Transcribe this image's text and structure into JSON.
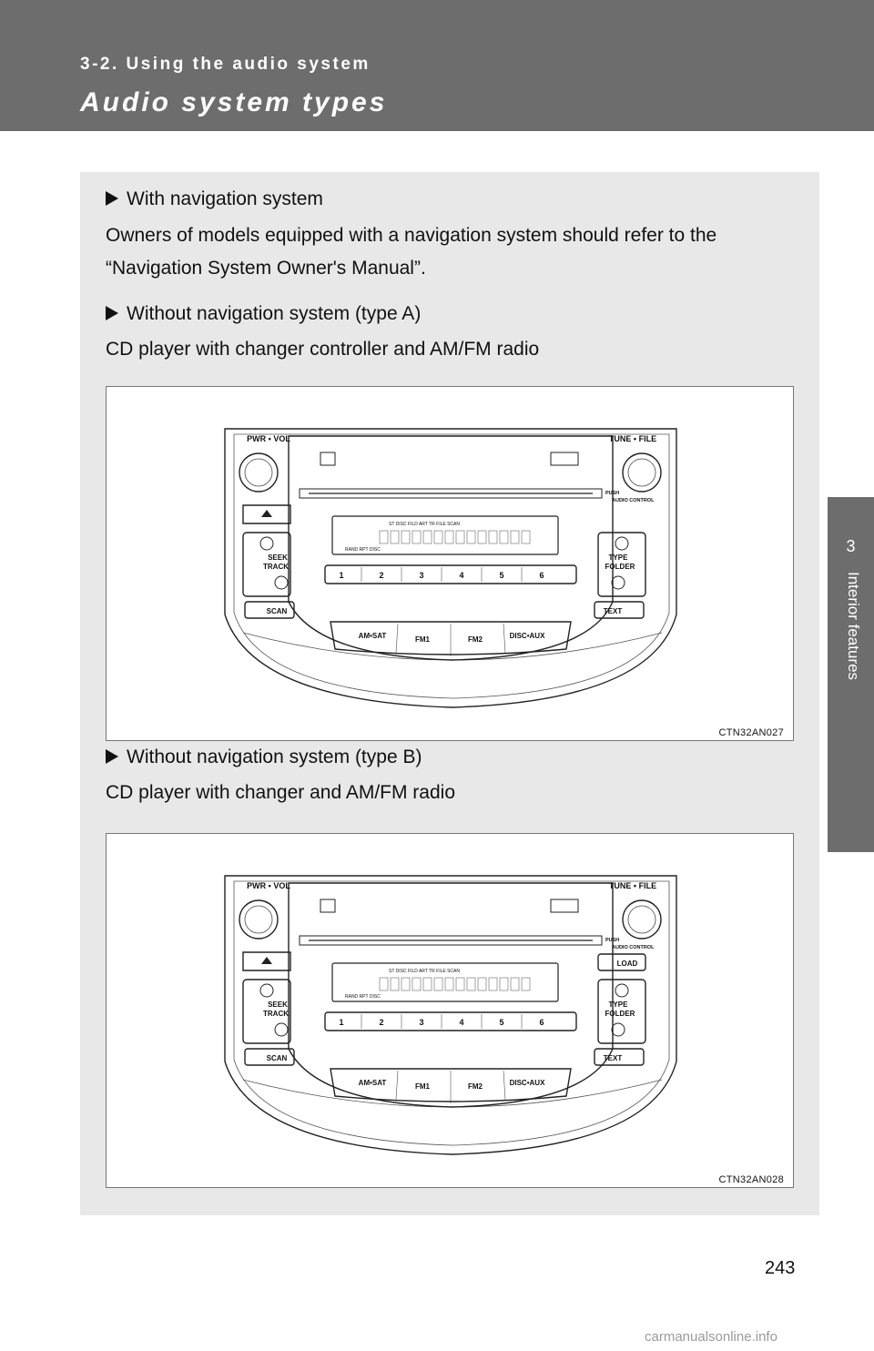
{
  "header": {
    "section": "3-2. Using the audio system",
    "title": "Audio system types"
  },
  "side_tab": {
    "number": "3",
    "label": "Interior features"
  },
  "blocks": {
    "nav": {
      "heading": "With navigation system",
      "text": "Owners of models equipped with a navigation system should refer to the “Navigation System Owner's Manual”."
    },
    "type_a": {
      "heading": "Without navigation system (type A)",
      "text": "CD player with changer controller and AM/FM radio",
      "figure_code": "CTN32AN027"
    },
    "type_b": {
      "heading": "Without navigation system (type B)",
      "text": "CD player with changer and AM/FM radio",
      "figure_code": "CTN32AN028"
    }
  },
  "radio_labels": {
    "pwr_vol": "PWR • VOL",
    "tune_file": "TUNE • FILE",
    "push": "PUSH",
    "audio_control": "AUDIO CONTROL",
    "seek": "SEEK",
    "track": "TRACK",
    "scan": "SCAN",
    "type": "TYPE",
    "folder": "FOLDER",
    "text": "TEXT",
    "load": "LOAD",
    "am_sat": "AM•SAT",
    "fm1": "FM1",
    "fm2": "FM2",
    "disc_aux": "DISC•AUX",
    "presets": [
      "1",
      "2",
      "3",
      "4",
      "5",
      "6"
    ],
    "display_top": "ST   DISC   FILD  ART  TR   FILE   SCAN",
    "display_bottom": "RAND   RPT   DISC"
  },
  "page_number": "243",
  "watermark": "carmanualsonline.info"
}
